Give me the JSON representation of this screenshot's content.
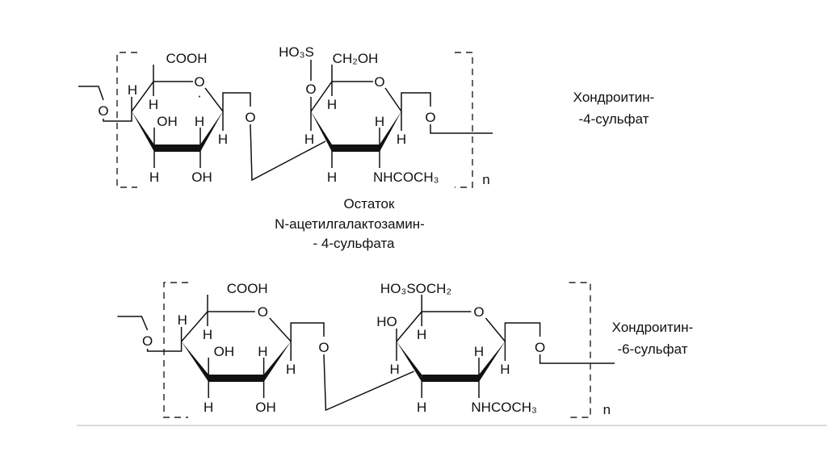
{
  "structures": [
    {
      "id": "chondroitin-4-sulfate",
      "variant": "4-sulfate",
      "name_lines": [
        "Хондроитин-",
        "-4-сульфат"
      ],
      "ring1": {
        "ring_o": "O",
        "c5_sub": "COOH",
        "c5_h": "H",
        "c4_h": "H",
        "c3_up": "OH",
        "c2_up": "H",
        "c1_h": "H",
        "c3_down": "H",
        "c2_down": "OH",
        "ring_dot": "·"
      },
      "link_o_left": "O",
      "link_o_mid": "O",
      "link_o_right": "O",
      "ring2": {
        "ring_o": "O",
        "c4_o": "O",
        "c4_sub": "HO₃S",
        "c5_sub": "CH₂OH",
        "c5_h": "H",
        "c4_h": "H",
        "c2_up": "H",
        "c1_h": "H",
        "c3_down": "H",
        "c2_down": "NHCOCH₃"
      },
      "repeat": "n"
    },
    {
      "id": "chondroitin-6-sulfate",
      "variant": "6-sulfate",
      "name_lines": [
        "Хондроитин-",
        "-6-сульфат"
      ],
      "ring1": {
        "ring_o": "O",
        "c5_sub": "COOH",
        "c5_h": "H",
        "c4_h": "H",
        "c3_up": "OH",
        "c2_up": "H",
        "c1_h": "H",
        "c3_down": "H",
        "c2_down": "OH"
      },
      "link_o_left": "O",
      "link_o_mid": "O",
      "link_o_right": "O",
      "ring2": {
        "ring_o": "O",
        "c4_sub": "HO",
        "c5_sub": "HO₃SOCH₂",
        "c5_h": "H",
        "c4_h": "H",
        "c2_up": "H",
        "c1_h": "H",
        "c3_down": "H",
        "c2_down": "NHCOCH₃"
      },
      "repeat": "n"
    }
  ],
  "caption": {
    "lines": [
      "Остаток",
      "N-ацетилгалактозамин-",
      "- 4-сульфата"
    ]
  }
}
